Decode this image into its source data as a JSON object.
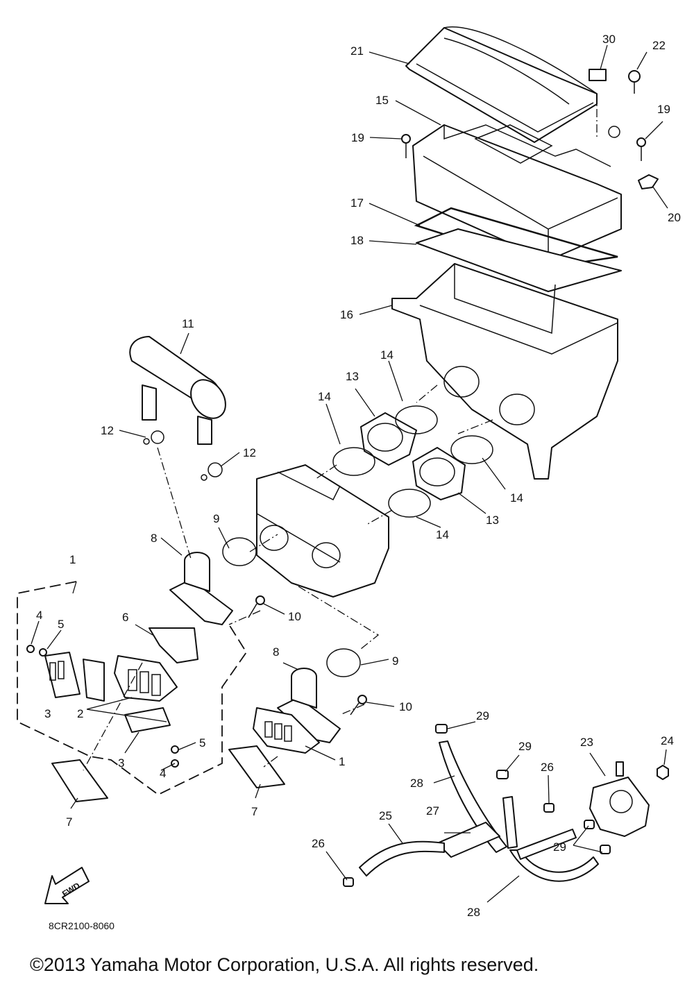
{
  "callouts": {
    "c30": "30",
    "c22": "22",
    "c21": "21",
    "c15": "15",
    "c19a": "19",
    "c19b": "19",
    "c20": "20",
    "c17": "17",
    "c18": "18",
    "c16": "16",
    "c11": "11",
    "c14a": "14",
    "c14b": "14",
    "c14c": "14",
    "c14d": "14",
    "c13a": "13",
    "c13b": "13",
    "c12a": "12",
    "c12b": "12",
    "c9a": "9",
    "c9b": "9",
    "c8a": "8",
    "c8b": "8",
    "c10a": "10",
    "c10b": "10",
    "c1a": "1",
    "c1b": "1",
    "c4a": "4",
    "c4b": "4",
    "c5a": "5",
    "c5b": "5",
    "c6": "6",
    "c2": "2",
    "c3a": "3",
    "c3b": "3",
    "c7a": "7",
    "c7b": "7",
    "c29a": "29",
    "c29b": "29",
    "c29c": "29",
    "c23": "23",
    "c24": "24",
    "c26a": "26",
    "c26b": "26",
    "c28a": "28",
    "c28b": "28",
    "c27": "27",
    "c25": "25"
  },
  "fwd_label": "FWD",
  "drawing_code": "8CR2100-8060",
  "copyright": "©2013 Yamaha Motor Corporation, U.S.A. All rights reserved."
}
